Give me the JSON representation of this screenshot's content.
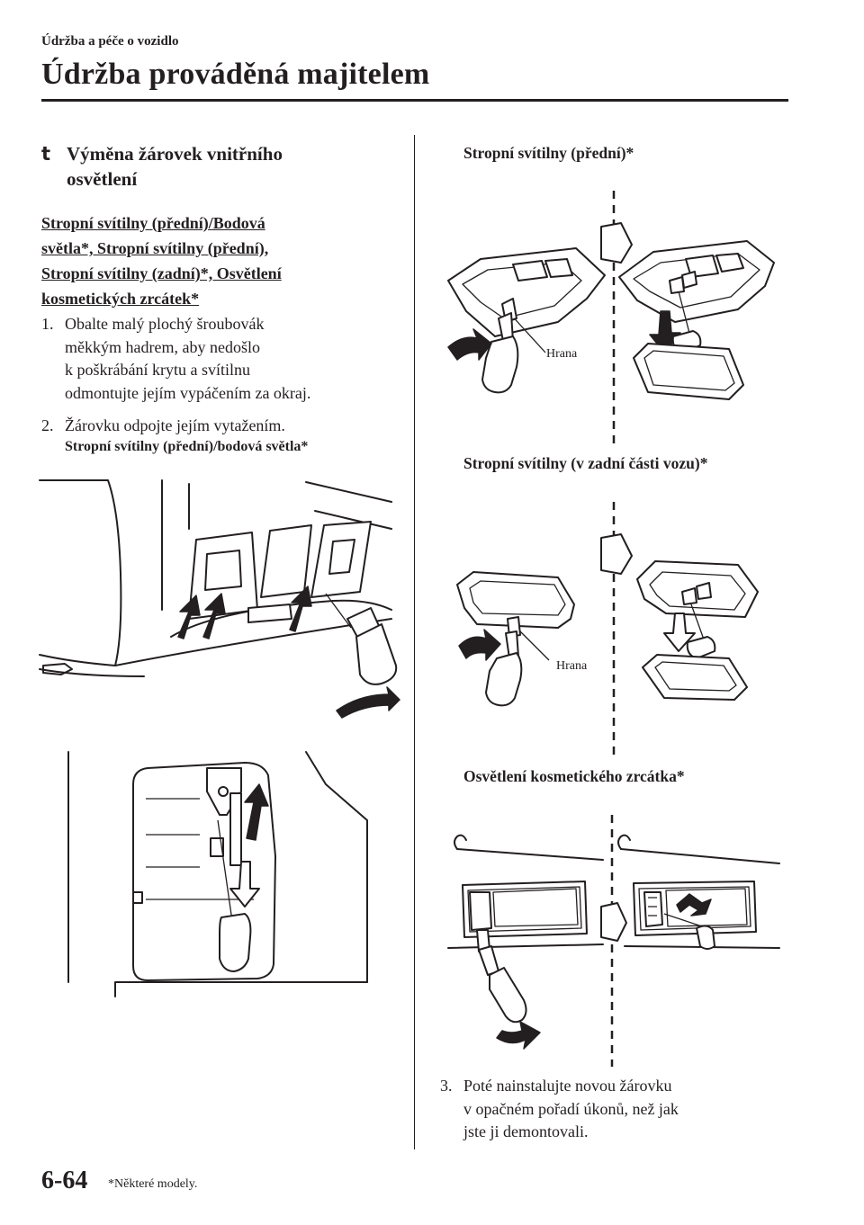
{
  "header": {
    "breadcrumb": "Údržba a péče o vozidlo",
    "title": "Údržba prováděná majitelem"
  },
  "section": {
    "marker": "t",
    "heading_line1": "Výměna žárovek vnitřního",
    "heading_line2": "osvětlení",
    "subheading_lines": [
      "Stropní svítilny (přední)/Bodová",
      "světla*, Stropní svítilny (přední),",
      "Stropní svítilny (zadní)*, Osvětlení",
      "kosmetických zrcátek*"
    ]
  },
  "steps": [
    {
      "num": "1.",
      "lines": [
        "Obalte malý plochý šroubovák",
        "měkkým hadrem, aby nedošlo",
        "k poškrábání krytu a svítilnu",
        "odmontujte jejím vypáčením za okraj."
      ]
    },
    {
      "num": "2.",
      "lines": [
        "Žárovku odpojte jejím vytažením."
      ]
    },
    {
      "num": "3.",
      "lines": [
        "Poté nainstalujte novou žárovku",
        "v opačném pořadí úkonů, než jak",
        "jste ji demontovali."
      ]
    }
  ],
  "figures": {
    "left_caption": "Stropní svítilny (přední)/bodová světla*",
    "right_captions": [
      "Stropní svítilny (přední)*",
      "Stropní svítilny (v zadní části vozu)*",
      "Osvětlení kosmetického zrcátka*"
    ],
    "edge_label": "Hrana"
  },
  "footer": {
    "page_number": "6-64",
    "footnote": "*Některé modely."
  }
}
